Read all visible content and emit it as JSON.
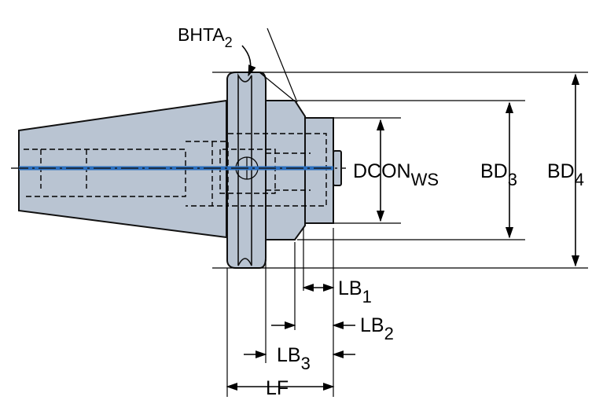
{
  "colors": {
    "body_fill": "#b9c4d2",
    "body_stroke": "#111111",
    "coolant_channel": "#2c6fbf",
    "centerline": "#1a1a1a",
    "background": "#ffffff"
  },
  "labels": {
    "bhta": {
      "main": "BHTA",
      "sub": "2"
    },
    "dcon": {
      "main": "DCON",
      "sub": "WS"
    },
    "bd3": {
      "main": "BD",
      "sub": "3"
    },
    "bd4": {
      "main": "BD",
      "sub": "4"
    },
    "lb1": {
      "main": "LB",
      "sub": "1"
    },
    "lb2": {
      "main": "LB",
      "sub": "2"
    },
    "lb3": {
      "main": "LB",
      "sub": "3"
    },
    "lf": {
      "main": "LF"
    }
  }
}
